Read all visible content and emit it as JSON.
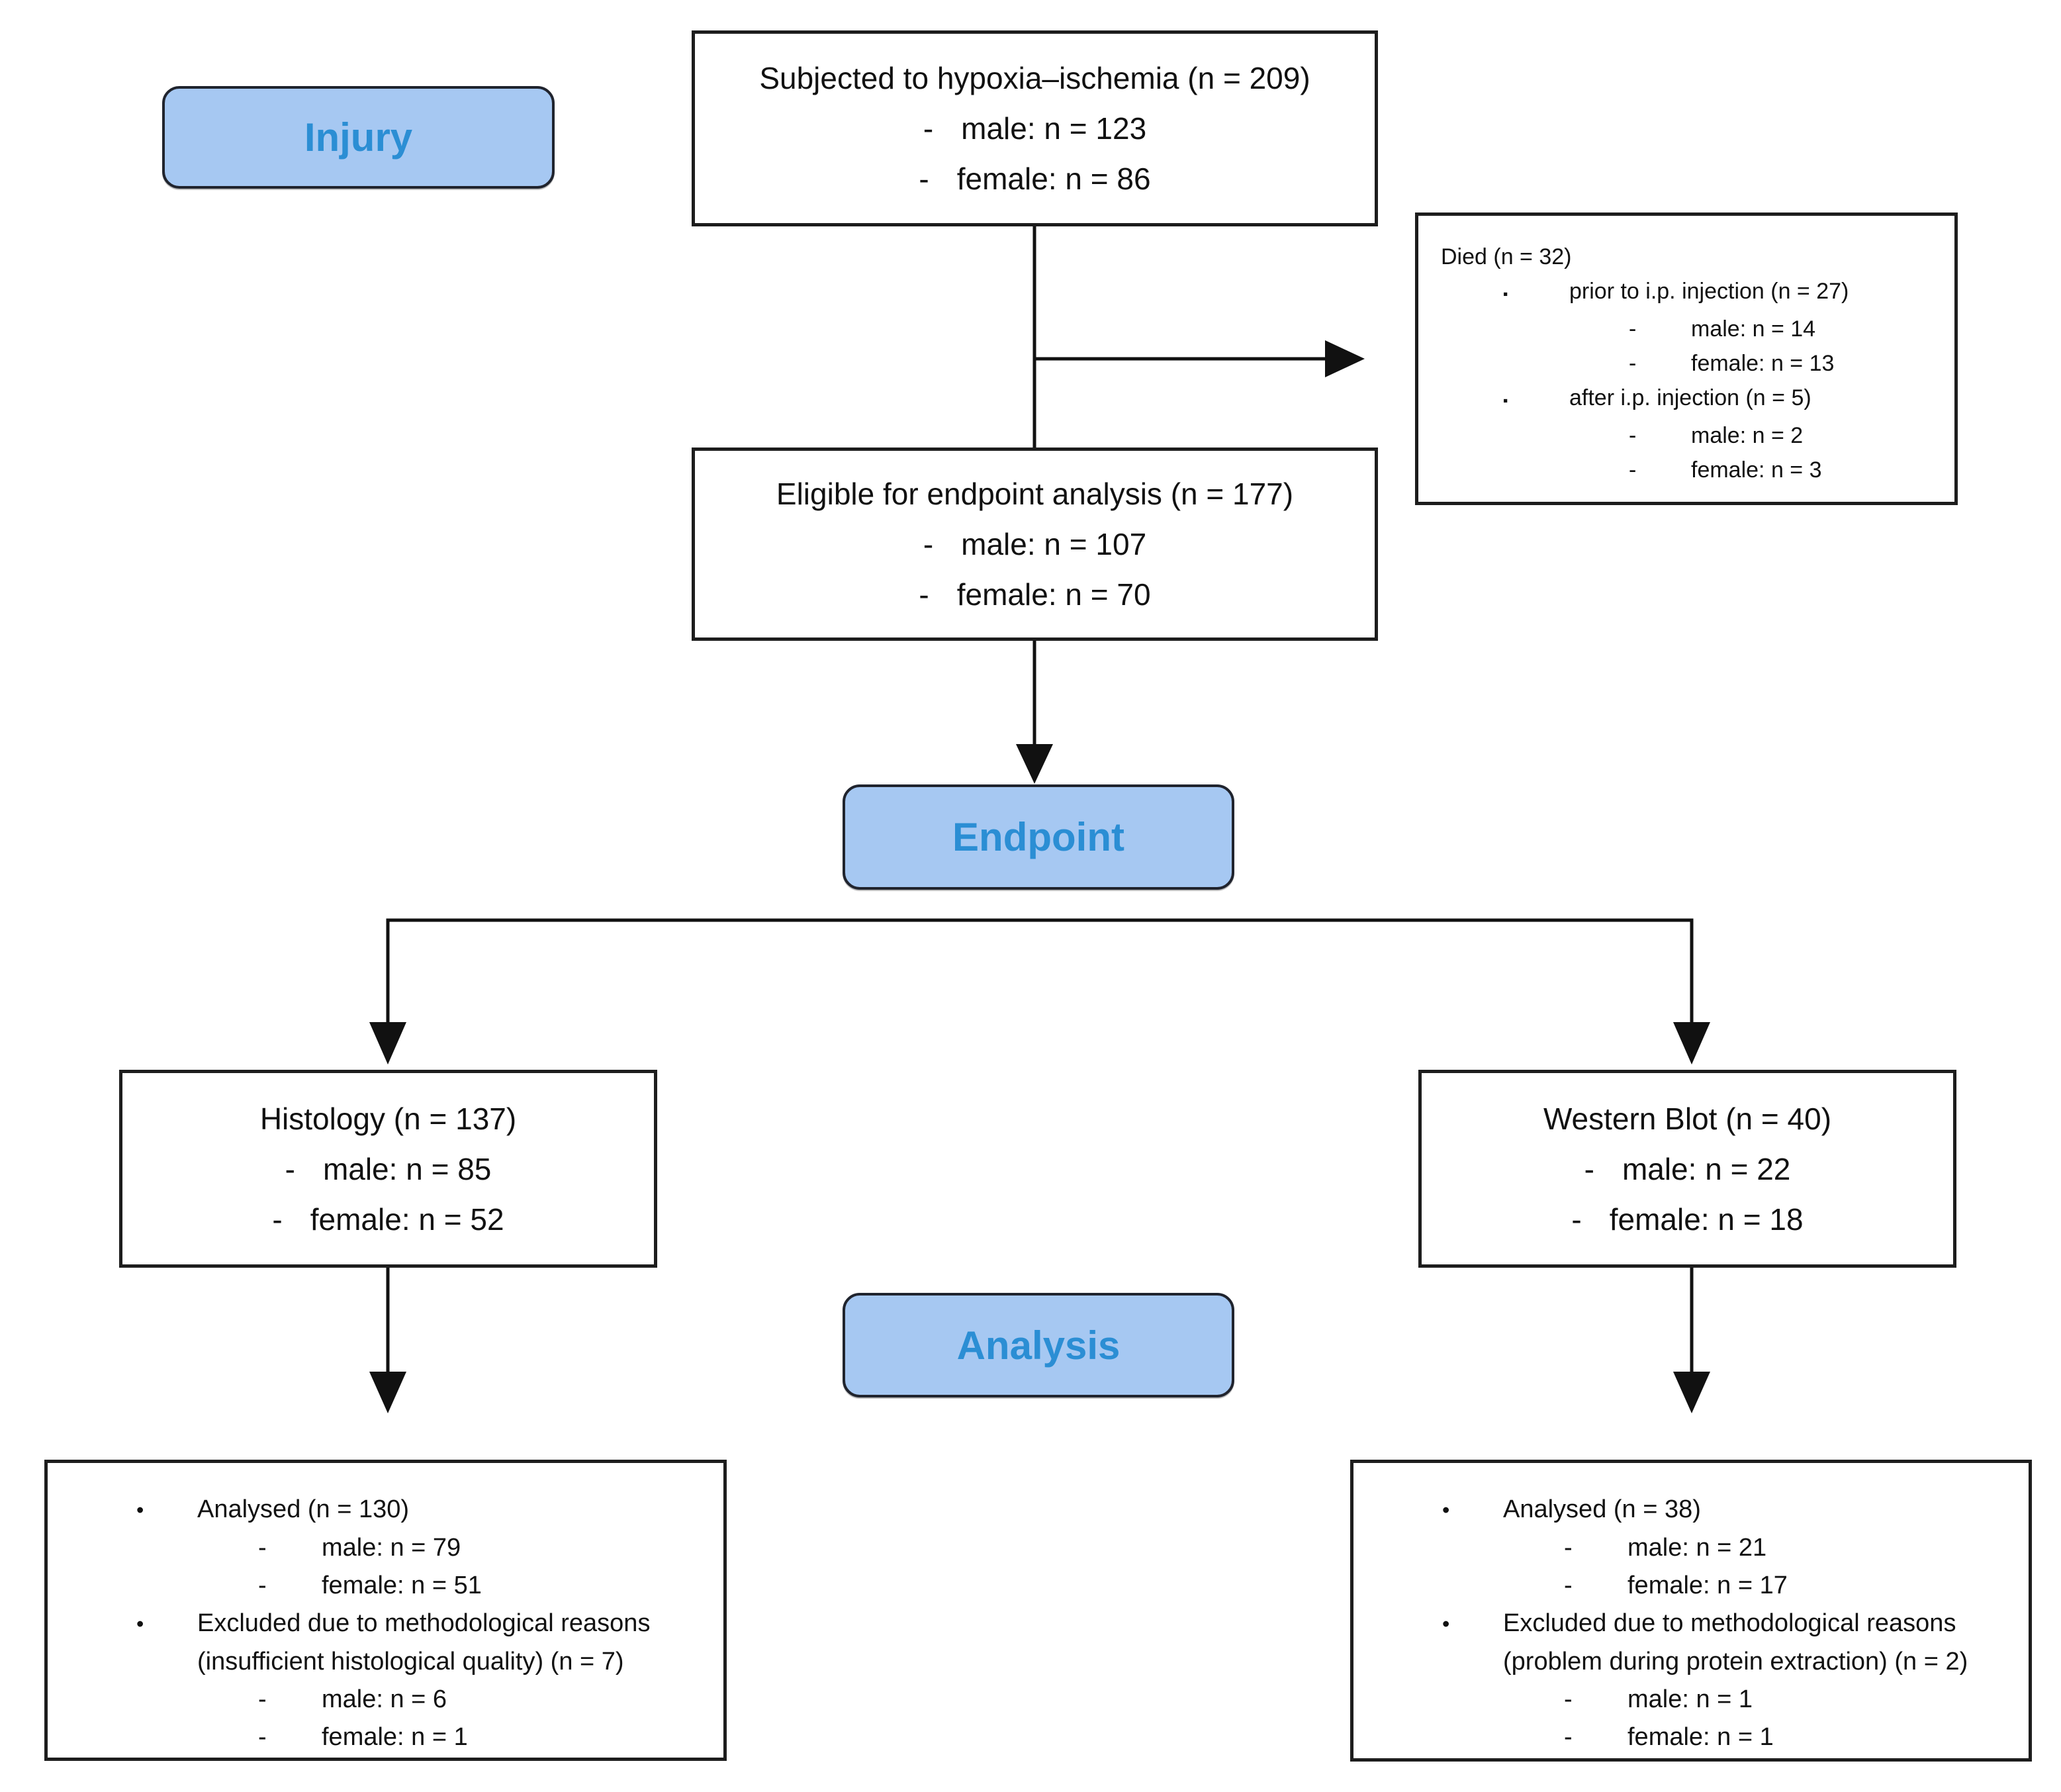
{
  "bullets": {
    "dash": "-",
    "dot": "•",
    "square": "▪"
  },
  "stage_labels": {
    "injury": "Injury",
    "endpoint": "Endpoint",
    "analysis": "Analysis"
  },
  "colors": {
    "label_fill": "#a6c8f2",
    "label_text": "#2b8ed4",
    "label_border": "#20242e",
    "box_border": "#1d1d1d",
    "line_color": "#111111"
  },
  "boxes": {
    "subjected": {
      "title": "Subjected to hypoxia–ischemia (n = 209)",
      "male": "male: n = 123",
      "female": "female: n = 86"
    },
    "died": {
      "title": "Died (n = 32)",
      "prior": {
        "label": "prior to i.p. injection (n = 27)",
        "male": "male: n = 14",
        "female": "female: n = 13"
      },
      "after": {
        "label": "after i.p. injection (n = 5)",
        "male": "male: n = 2",
        "female": "female: n = 3"
      }
    },
    "eligible": {
      "title": "Eligible for endpoint analysis (n = 177)",
      "male": "male: n = 107",
      "female": "female: n = 70"
    },
    "histology": {
      "title": "Histology (n = 137)",
      "male": "male: n = 85",
      "female": "female: n = 52"
    },
    "western_blot": {
      "title": "Western Blot (n = 40)",
      "male": "male: n = 22",
      "female": "female: n = 18"
    },
    "histology_analysis": {
      "analysed": {
        "label": "Analysed (n = 130)",
        "male": "male: n = 79",
        "female": "female: n = 51"
      },
      "excluded": {
        "line1": "Excluded due to methodological reasons",
        "line2": "(insufficient histological quality) (n = 7)",
        "male": "male: n = 6",
        "female": "female: n = 1"
      }
    },
    "western_blot_analysis": {
      "analysed": {
        "label": "Analysed (n = 38)",
        "male": "male: n = 21",
        "female": "female: n = 17"
      },
      "excluded": {
        "line1": "Excluded due to methodological reasons",
        "line2": "(problem during protein extraction) (n = 2)",
        "male": "male: n = 1",
        "female": "female: n = 1"
      }
    }
  }
}
